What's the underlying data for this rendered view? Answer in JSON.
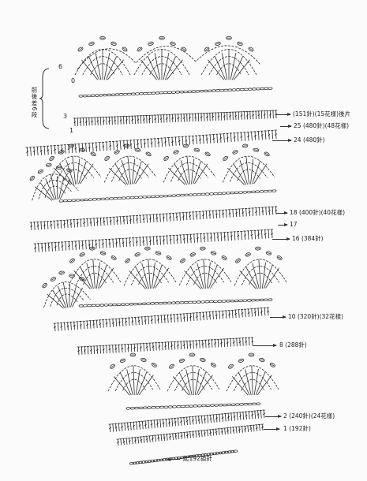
{
  "side_note": "前後差6段",
  "left_rows": [
    "6",
    "0",
    "3",
    "1"
  ],
  "rows": [
    {
      "row": "",
      "label": "(151針)(15花樣)後片"
    },
    {
      "row": "25",
      "label": "(480針)(48花樣)"
    },
    {
      "row": "24",
      "label": "(480針)"
    },
    {
      "row": "18",
      "label": "(400針)(40花樣)"
    },
    {
      "row": "17",
      "label": ""
    },
    {
      "row": "16",
      "label": "(384針)"
    },
    {
      "row": "10",
      "label": "(320針)(32花樣)"
    },
    {
      "row": "8",
      "label": "(288針)"
    },
    {
      "row": "2",
      "label": "(240針)(24花樣)"
    },
    {
      "row": "1",
      "label": "(192針)"
    }
  ],
  "start_label": "起192鎖針",
  "colors": {
    "ink": "#222222",
    "paper": "#fbfbfb"
  }
}
